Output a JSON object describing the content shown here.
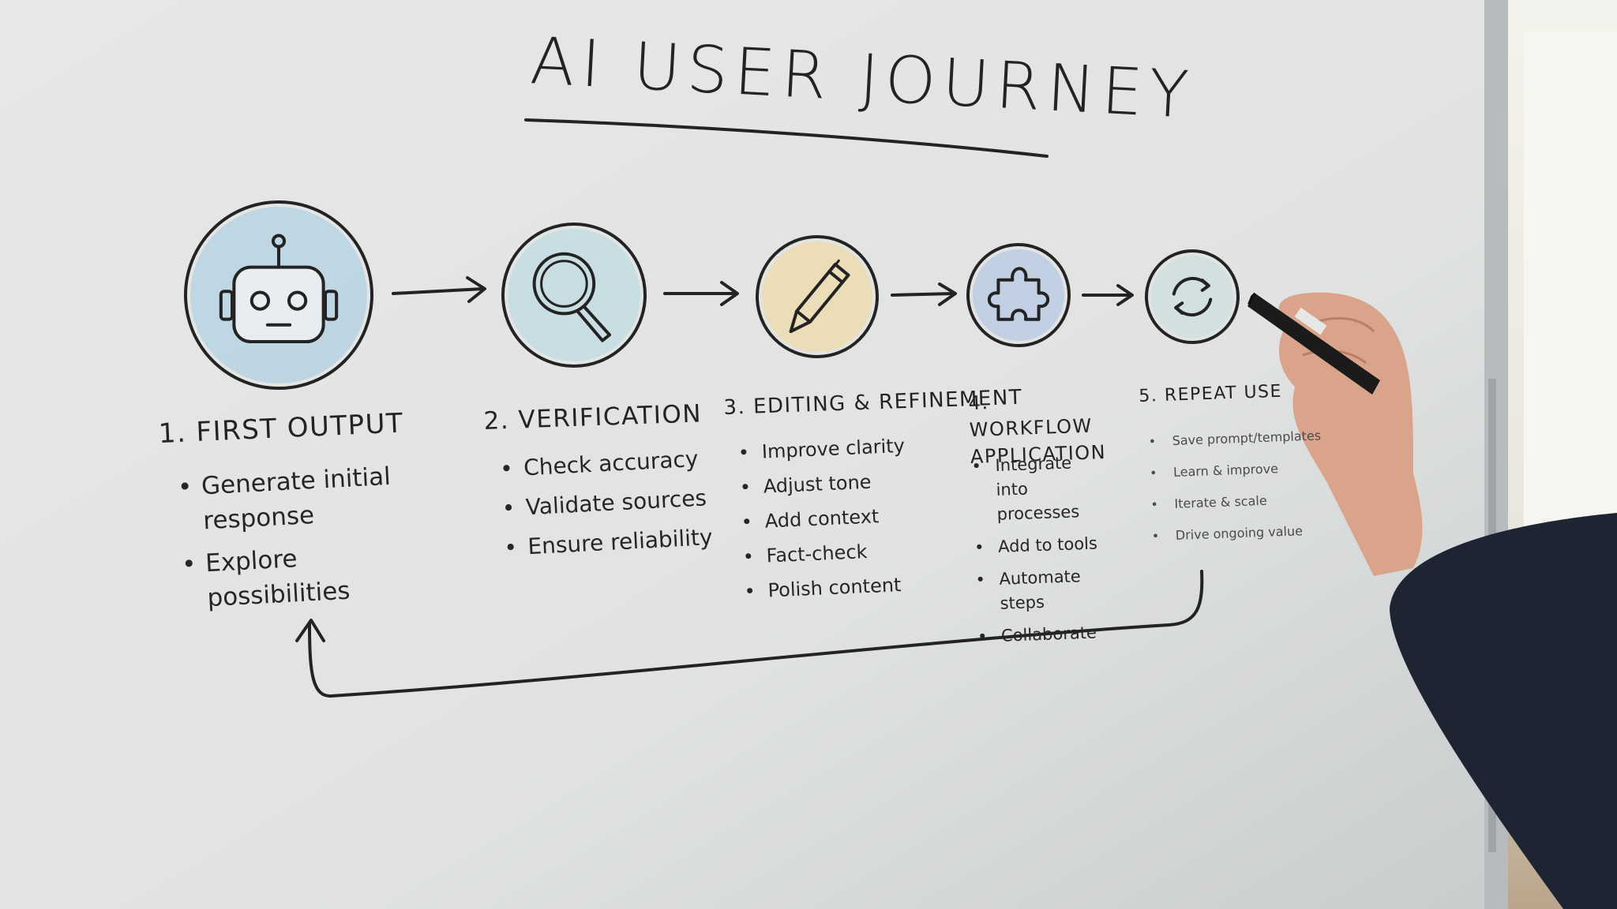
{
  "title": "AI USER JOURNEY",
  "steps": [
    {
      "heading": "1. FIRST OUTPUT",
      "icon": "robot-icon",
      "fill": "#b9d4e0",
      "bullets": [
        "Generate initial response",
        "Explore possibilities"
      ]
    },
    {
      "heading": "2. VERIFICATION",
      "icon": "magnifying-glass-icon",
      "fill": "#c4dde2",
      "bullets": [
        "Check accuracy",
        "Validate sources",
        "Ensure reliability"
      ]
    },
    {
      "heading": "3. EDITING & REFINEMENT",
      "icon": "pencil-icon",
      "fill": "#ecdcb0",
      "bullets": [
        "Improve clarity",
        "Adjust tone",
        "Add context",
        "Fact-check",
        "Polish content"
      ]
    },
    {
      "heading": "4. WORKFLOW APPLICATION",
      "icon": "puzzle-piece-icon",
      "fill": "#bccce4",
      "bullets": [
        "Integrate into processes",
        "Add to tools",
        "Automate steps",
        "Collaborate"
      ]
    },
    {
      "heading": "5. REPEAT USE",
      "icon": "refresh-cycle-icon",
      "fill": "#cfe0de",
      "bullets": [
        "Save prompt/templates",
        "Learn & improve",
        "Iterate & scale",
        "Drive ongoing value"
      ]
    }
  ],
  "colors": {
    "ink": "#232323",
    "board": "#e4e6e6",
    "sleeve": "#1f2433",
    "skin": "#d9a48a"
  }
}
